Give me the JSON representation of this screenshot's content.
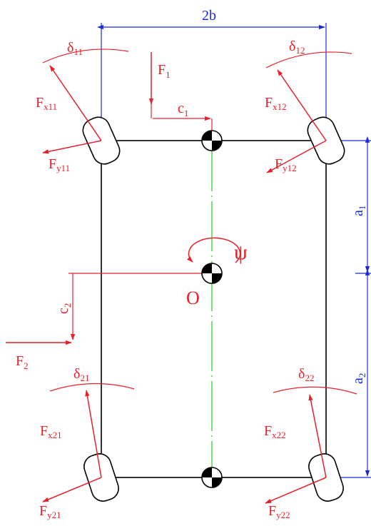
{
  "colors": {
    "force": "#e8202a",
    "dimension": "#1a2bd6",
    "body": "#000000",
    "axis": "#22c422"
  },
  "labels": {
    "width": "2b",
    "front_distance": "a",
    "front_distance_sub": "1",
    "rear_distance": "a",
    "rear_distance_sub": "2",
    "force1": "F",
    "force1_sub": "1",
    "force2": "F",
    "force2_sub": "2",
    "offset1": "c",
    "offset1_sub": "1",
    "offset2": "c",
    "offset2_sub": "2",
    "origin": "O",
    "yaw": "ψ"
  },
  "wheels": {
    "w11": {
      "delta": "δ",
      "delta_sub": "11",
      "fx": "F",
      "fx_sub": "x11",
      "fy": "F",
      "fy_sub": "y11"
    },
    "w12": {
      "delta": "δ",
      "delta_sub": "12",
      "fx": "F",
      "fx_sub": "x12",
      "fy": "F",
      "fy_sub": "y12"
    },
    "w21": {
      "delta": "δ",
      "delta_sub": "21",
      "fx": "F",
      "fx_sub": "x21",
      "fy": "F",
      "fy_sub": "y21"
    },
    "w22": {
      "delta": "δ",
      "delta_sub": "22",
      "fx": "F",
      "fx_sub": "x22",
      "fy": "F",
      "fy_sub": "y22"
    }
  }
}
